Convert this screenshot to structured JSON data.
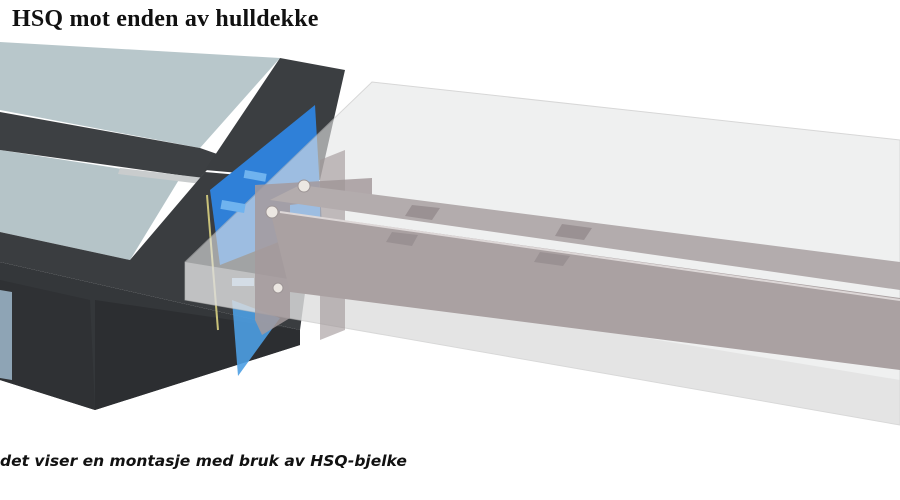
{
  "title": "HSQ mot enden av hulldekke",
  "caption": "det viser en montasje med bruk av HSQ-bjelke",
  "illustration": {
    "description": "3D render of an HSQ steel beam mounted against the end of a hollow-core slab",
    "components": [
      "hollow-core-slab",
      "steel-bracket-plate",
      "hsq-beam",
      "transparent-slab",
      "blue-insulation-plate",
      "bolts"
    ]
  },
  "colors": {
    "slab_dark": "#3c3f42",
    "slab_top": "#b9c8cc",
    "blue_plate": "#2f7fd6",
    "beam": "#a79e9f",
    "transparent_slab": "#e9eaea"
  }
}
